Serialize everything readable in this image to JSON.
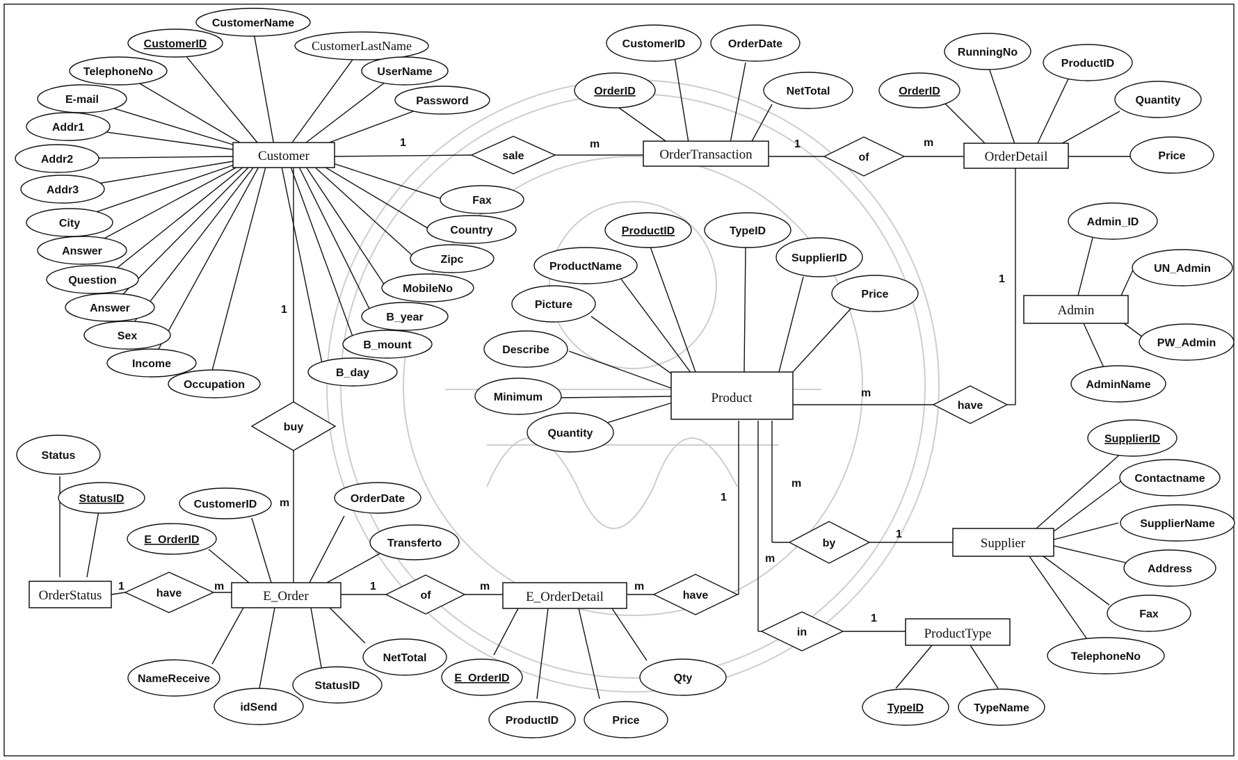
{
  "diagram": {
    "entities": {
      "customer": "Customer",
      "order_transaction": "OrderTransaction",
      "order_detail": "OrderDetail",
      "admin": "Admin",
      "product": "Product",
      "supplier": "Supplier",
      "product_type": "ProductType",
      "order_status": "OrderStatus",
      "e_order": "E_Order",
      "e_order_detail": "E_OrderDetail"
    },
    "relationships": {
      "sale": "sale",
      "of_top": "of",
      "have_admin": "have",
      "buy": "buy",
      "by": "by",
      "in": "in",
      "have_status": "have",
      "of_bottom": "of",
      "have_product": "have"
    },
    "attributes": {
      "customer_name": "CustomerName",
      "customer_id": "CustomerID",
      "customer_last_name": "CustomerLastName",
      "telephone_no": "TelephoneNo",
      "user_name": "UserName",
      "email": "E-mail",
      "password": "Password",
      "addr1": "Addr1",
      "addr2": "Addr2",
      "addr3": "Addr3",
      "city": "City",
      "answer_1": "Answer",
      "question": "Question",
      "answer_2": "Answer",
      "sex": "Sex",
      "income": "Income",
      "occupation": "Occupation",
      "fax": "Fax",
      "country": "Country",
      "zipc": "Zipc",
      "mobile_no": "MobileNo",
      "b_year": "B_year",
      "b_mount": "B_mount",
      "b_day": "B_day",
      "ot_customer_id": "CustomerID",
      "ot_order_date": "OrderDate",
      "ot_order_id": "OrderID",
      "ot_net_total": "NetTotal",
      "od_running_no": "RunningNo",
      "od_product_id": "ProductID",
      "od_order_id": "OrderID",
      "od_quantity": "Quantity",
      "od_price": "Price",
      "admin_id": "Admin_ID",
      "un_admin": "UN_Admin",
      "pw_admin": "PW_Admin",
      "admin_name": "AdminName",
      "p_product_id": "ProductID",
      "p_type_id": "TypeID",
      "p_supplier_id": "SupplierID",
      "p_product_name": "ProductName",
      "p_price": "Price",
      "p_picture": "Picture",
      "p_describe": "Describe",
      "p_minimum": "Minimum",
      "p_quantity": "Quantity",
      "s_supplier_id": "SupplierID",
      "s_contact_name": "Contactname",
      "s_supplier_name": "SupplierName",
      "s_address": "Address",
      "s_fax": "Fax",
      "s_telephone_no": "TelephoneNo",
      "pt_type_id": "TypeID",
      "pt_type_name": "TypeName",
      "os_status": "Status",
      "os_status_id": "StatusID",
      "eo_customer_id": "CustomerID",
      "eo_order_date": "OrderDate",
      "eo_e_order_id": "E_OrderID",
      "eo_transferto": "Transferto",
      "eo_net_total": "NetTotal",
      "eo_name_receive": "NameReceive",
      "eo_status_id": "StatusID",
      "eo_id_send": "idSend",
      "eod_e_order_id": "E_OrderID",
      "eod_qty": "Qty",
      "eod_product_id": "ProductID",
      "eod_price": "Price"
    },
    "cardinalities": {
      "sale_customer": "1",
      "sale_order": "m",
      "of_order_transaction": "1",
      "of_order_detail": "m",
      "admin_have_orderdetail": "1",
      "admin_have_product": "m",
      "buy_customer": "1",
      "buy_e_order": "m",
      "by_product": "m",
      "by_supplier": "1",
      "in_product": "m",
      "in_product_type": "1",
      "have_status_order_status": "1",
      "have_status_e_order": "m",
      "of_e_order": "1",
      "of_e_order_detail": "m",
      "have_product_e_order_detail": "m",
      "have_product_product": "1"
    }
  }
}
